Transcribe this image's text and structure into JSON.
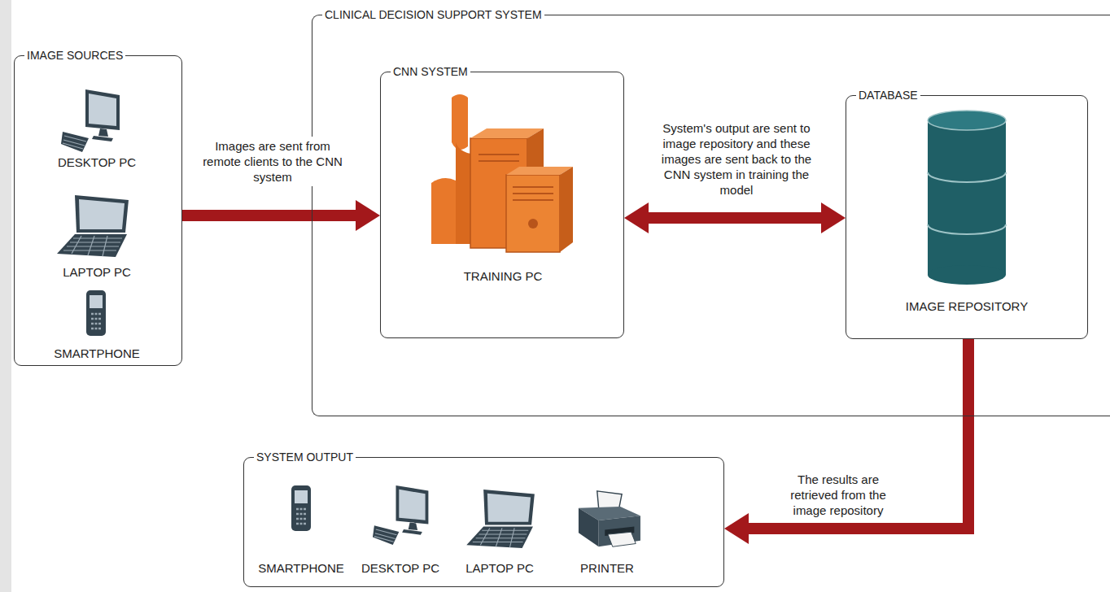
{
  "diagram": {
    "nodes": [
      {
        "text": [
          "IMAGE SOURCES",
          "DESKTOP PC",
          "LAPTOP PC",
          "SMARTPHONE"
        ]
      },
      {
        "text": [
          "CLINICAL DECISION SUPPORT SYSTEM"
        ]
      },
      {
        "text": [
          "CNN SYSTEM",
          "TRAINING PC"
        ],
        "in": 1
      },
      {
        "text": [
          "DATABASE",
          "IMAGE REPOSITORY"
        ],
        "in": 1
      },
      {
        "text": [
          "SYSTEM OUTPUT",
          "SMARTPHONE",
          "DESKTOP PC",
          "LAPTOP PC",
          "PRINTER"
        ]
      }
    ],
    "edges": [
      {
        "from": 0,
        "to": 2,
        "label": "Images are sent from remote clients to the CNN system",
        "arrow": "to"
      },
      {
        "from": 2,
        "to": 3,
        "label": "System's output are sent to image repository and these images are sent back to the CNN system in training the model",
        "arrow": "both"
      },
      {
        "from": 3,
        "to": 4,
        "label": "The results are retrieved from the image repository",
        "arrow": "to"
      }
    ]
  }
}
